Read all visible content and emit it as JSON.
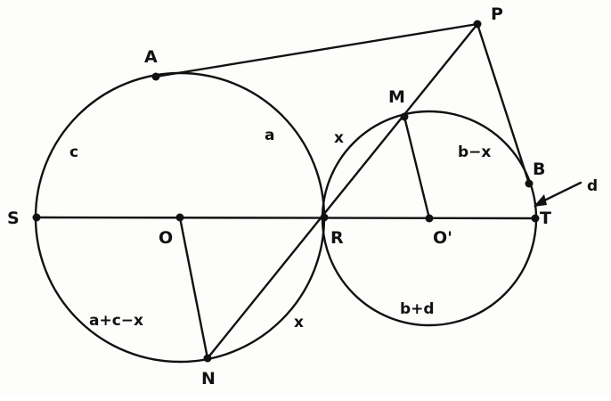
{
  "points": {
    "A": "A",
    "P": "P",
    "M": "M",
    "B": "B",
    "S": "S",
    "O": "O",
    "R": "R",
    "O_prime": "O'",
    "T": "T",
    "N": "N"
  },
  "arc_labels": {
    "c": "c",
    "a": "a",
    "x_upper": "x",
    "b_minus_x": "b−x",
    "d": "d",
    "a_plus_c_minus_x": "a+c−x",
    "x_lower": "x",
    "b_plus_d": "b+d"
  },
  "colors": {
    "ink": "#111111",
    "paper": "#fdfdfb"
  }
}
